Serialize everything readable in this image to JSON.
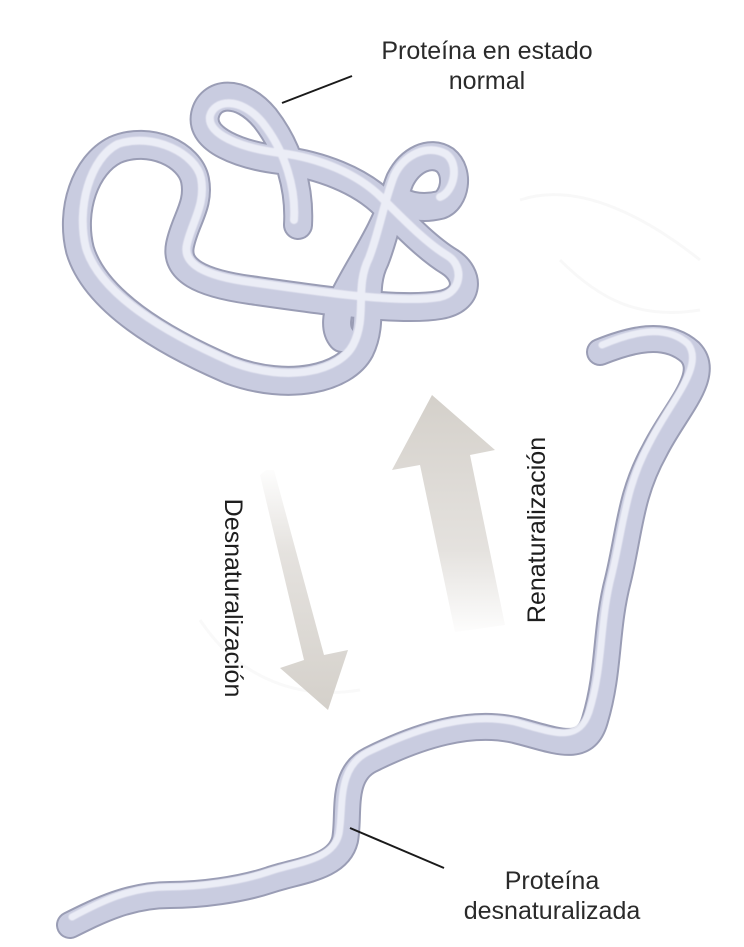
{
  "labels": {
    "normal_line1": "Proteína en estado",
    "normal_line2": "normal",
    "denat_line1": "Proteína",
    "denat_line2": "desnaturalizada",
    "denaturation": "Desnaturalización",
    "renaturation": "Renaturalización"
  },
  "colors": {
    "protein_strand": "#c9cce0",
    "protein_highlight": "#f2f3fa",
    "protein_shadow": "#9a9db5",
    "arrow": "#d9d5d0",
    "leader_line": "#1a1a1a"
  },
  "icons": {
    "folded_protein": "folded-protein-strand",
    "unfolded_protein": "unfolded-protein-strand",
    "down_arrow": "arrow-down",
    "up_arrow": "arrow-up"
  }
}
